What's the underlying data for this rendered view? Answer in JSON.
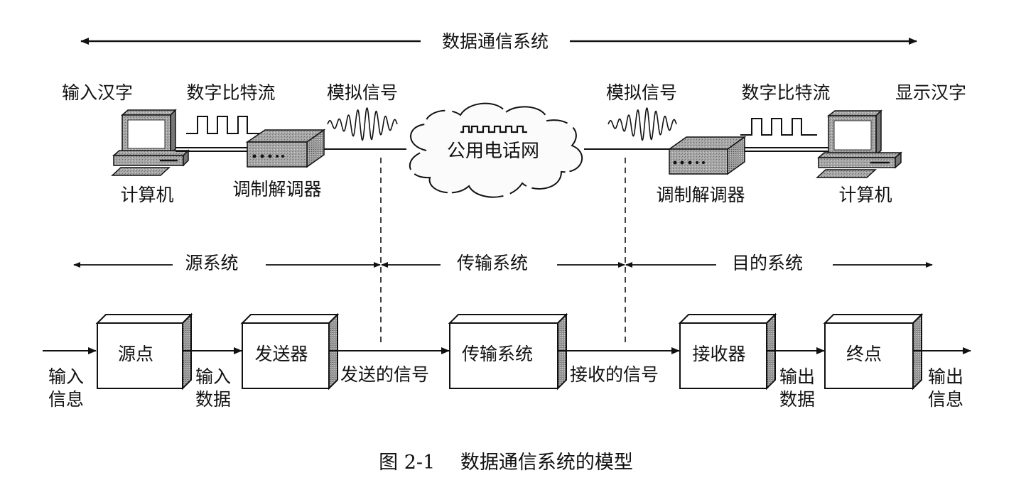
{
  "title_span": {
    "label": "数据通信系统"
  },
  "top": {
    "left": {
      "input_label": "输入汉字",
      "digital_label": "数字比特流",
      "analog_label": "模拟信号",
      "computer_label": "计算机",
      "modem_label": "调制解调器"
    },
    "network": {
      "label": "公用电话网"
    },
    "right": {
      "analog_label": "模拟信号",
      "digital_label": "数字比特流",
      "output_label": "显示汉字",
      "modem_label": "调制解调器",
      "computer_label": "计算机"
    }
  },
  "subsystems": [
    {
      "label": "源系统"
    },
    {
      "label": "传输系统"
    },
    {
      "label": "目的系统"
    }
  ],
  "blocks": [
    {
      "label": "源点"
    },
    {
      "label": "发送器"
    },
    {
      "label": "传输系统"
    },
    {
      "label": "接收器"
    },
    {
      "label": "终点"
    }
  ],
  "flows": [
    {
      "line1": "输入",
      "line2": "信息"
    },
    {
      "line1": "输入",
      "line2": "数据"
    },
    {
      "line1": "发送的信号"
    },
    {
      "line1": "接收的信号"
    },
    {
      "line1": "输出",
      "line2": "数据"
    },
    {
      "line1": "输出",
      "line2": "信息"
    }
  ],
  "caption": {
    "label": "图 2-1　 数据通信系统的模型"
  },
  "colors": {
    "ink": "#111111",
    "device_fill": "#a9a9a9",
    "shade": "#8c8c8c"
  }
}
